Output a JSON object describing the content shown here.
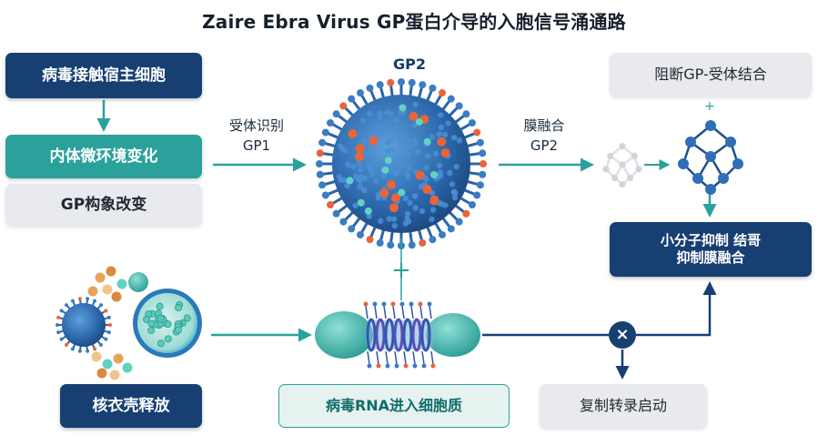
{
  "title": "Zaire Ebra Virus GP蛋白介导的入胞信号涌通路",
  "boxes": {
    "contact": "病毒接触宿主细胞",
    "endosome": "内体微环境变化",
    "conformation": "GP构象改变",
    "block": "阻断GP-受体结合",
    "inhibitor": "小分子抑制 结哥\n抑制膜融合",
    "uncoat": "核衣壳释放",
    "rna_entry": "病毒RNA进入细胞质",
    "replication": "复制转录启动"
  },
  "labels": {
    "gp2_top": "GP2",
    "receptor_recognition": "受体识别",
    "receptor_gp": "GP1",
    "fusion": "膜融合",
    "fusion_gp": "GP2"
  },
  "symbols": {
    "plus_center": "+",
    "plus_small": "+",
    "block_mark": "×"
  },
  "colors": {
    "navy": "#173f72",
    "teal": "#2aa29b",
    "gray_box": "#e8eaed",
    "virus_blue": "#2f6fb0",
    "spike_orange": "#e8643a"
  },
  "icons": [
    "virus-particle-icon",
    "ribosome-icon",
    "molecule-icon",
    "vesicle-icon"
  ]
}
